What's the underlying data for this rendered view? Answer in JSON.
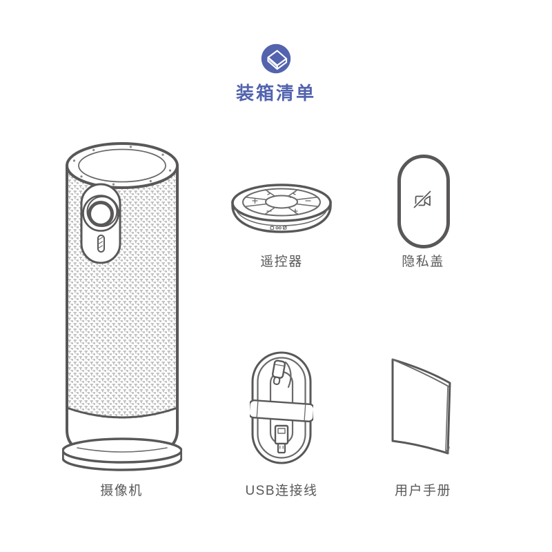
{
  "header": {
    "icon": "packing-list-book-icon",
    "icon_bg": "#5363AE",
    "title": "装箱清单",
    "title_color": "#5363AE"
  },
  "palette": {
    "line_art": "#595757",
    "label_text": "#5a5858",
    "mesh_texture": "#b5b5b5",
    "background": "#ffffff"
  },
  "items": {
    "camera": {
      "label": "摄像机"
    },
    "remote": {
      "label": "遥控器"
    },
    "privacy_cover": {
      "label": "隐私盖"
    },
    "usb_cable": {
      "label": "USB连接线"
    },
    "manual": {
      "label": "用户手册"
    }
  }
}
